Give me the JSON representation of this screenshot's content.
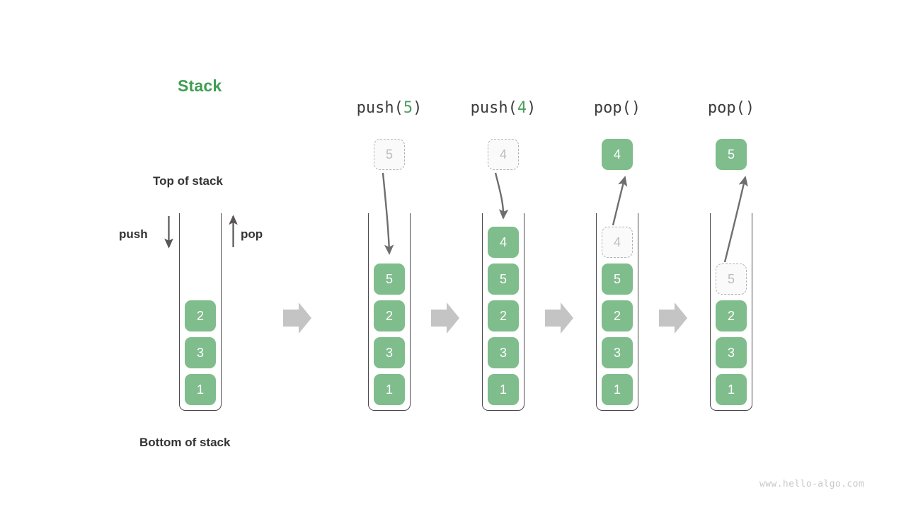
{
  "title": "Stack",
  "labels": {
    "top_of_stack": "Top of stack",
    "bottom_of_stack": "Bottom of stack",
    "push": "push",
    "pop": "pop"
  },
  "watermark": "www.hello-algo.com",
  "colors": {
    "accent_green": "#3f9e52",
    "cell_green": "#7fbd8c",
    "cell_text": "#ffffff",
    "ghost_border": "#b4b4b4",
    "ghost_text": "#bdbdbd",
    "wall": "#4a4a4a",
    "arrow": "#6e6e6e",
    "transition_arrow": "#c4c4c4",
    "watermark": "#c8c8c8"
  },
  "initial_stack": {
    "name": "initial-stack",
    "cells": [
      "2",
      "3",
      "1"
    ]
  },
  "steps": [
    {
      "header_prefix": "push(",
      "header_arg": "5",
      "header_suffix": ")",
      "floating_cell": {
        "value": "5",
        "kind": "ghost"
      },
      "stack_cells": [
        {
          "value": "",
          "kind": "empty"
        },
        {
          "value": "5",
          "kind": "filled"
        },
        {
          "value": "2",
          "kind": "filled"
        },
        {
          "value": "3",
          "kind": "filled"
        },
        {
          "value": "1",
          "kind": "filled"
        }
      ]
    },
    {
      "header_prefix": "push(",
      "header_arg": "4",
      "header_suffix": ")",
      "floating_cell": {
        "value": "4",
        "kind": "ghost"
      },
      "stack_cells": [
        {
          "value": "4",
          "kind": "filled"
        },
        {
          "value": "5",
          "kind": "filled"
        },
        {
          "value": "2",
          "kind": "filled"
        },
        {
          "value": "3",
          "kind": "filled"
        },
        {
          "value": "1",
          "kind": "filled"
        }
      ]
    },
    {
      "header_prefix": "pop(",
      "header_arg": "",
      "header_suffix": ")",
      "floating_cell": {
        "value": "4",
        "kind": "filled"
      },
      "stack_cells": [
        {
          "value": "4",
          "kind": "ghost"
        },
        {
          "value": "5",
          "kind": "filled"
        },
        {
          "value": "2",
          "kind": "filled"
        },
        {
          "value": "3",
          "kind": "filled"
        },
        {
          "value": "1",
          "kind": "filled"
        }
      ]
    },
    {
      "header_prefix": "pop(",
      "header_arg": "",
      "header_suffix": ")",
      "floating_cell": {
        "value": "5",
        "kind": "filled"
      },
      "stack_cells": [
        {
          "value": "",
          "kind": "empty"
        },
        {
          "value": "5",
          "kind": "ghost"
        },
        {
          "value": "2",
          "kind": "filled"
        },
        {
          "value": "3",
          "kind": "filled"
        },
        {
          "value": "1",
          "kind": "filled"
        }
      ]
    }
  ]
}
